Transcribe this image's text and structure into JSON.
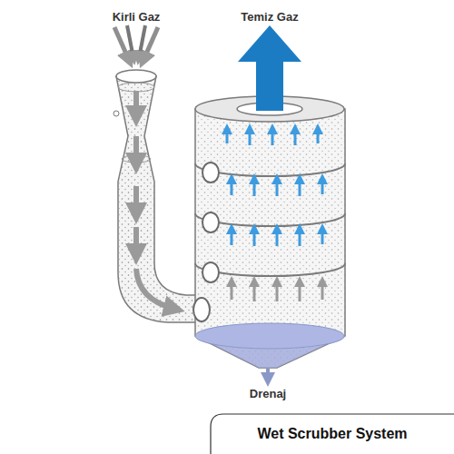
{
  "diagram": {
    "caption": "Wet Scrubber System",
    "labels": [
      "Kirli Gaz",
      "Temiz Gaz",
      "Drenaj"
    ]
  }
}
